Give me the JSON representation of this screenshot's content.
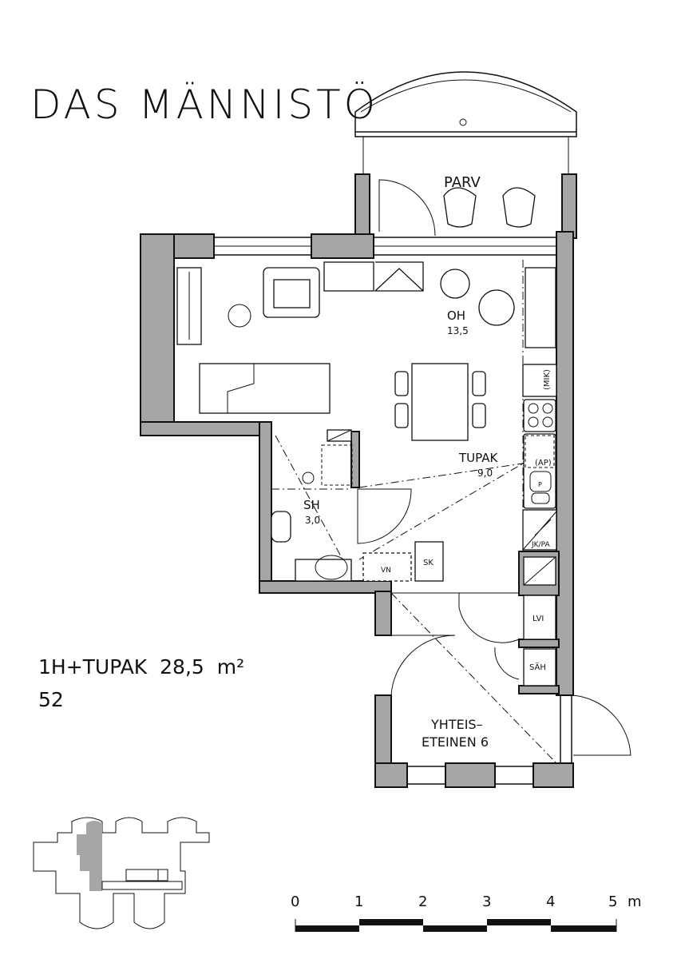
{
  "title": "DAS MÄNNISTÖ",
  "rooms": {
    "balcony": "PARV",
    "living": {
      "name": "OH",
      "area": "13,5"
    },
    "kitchen": {
      "name": "TUPAK",
      "area": "9,0"
    },
    "bathroom": {
      "name": "SH",
      "area": "3,0"
    },
    "hall": {
      "line1": "YHTEIS–",
      "line2": "ETEINEN 6"
    }
  },
  "fixtures": {
    "microwave": "(MIK)",
    "dishwasher": "(AP)",
    "sink": "P",
    "fridge": "JK/PA",
    "water_heater": "VN",
    "cabinet": "SK",
    "hvac": "LVI",
    "electric": "SÄH"
  },
  "apartment": {
    "type": "1H+TUPAK",
    "area": "28,5",
    "unit": "m²",
    "number": "52"
  },
  "scale": {
    "ticks": [
      "0",
      "1",
      "2",
      "3",
      "4",
      "5"
    ],
    "unit": "m"
  },
  "colors": {
    "wall": "#a6a6a6",
    "ink": "#111111"
  }
}
